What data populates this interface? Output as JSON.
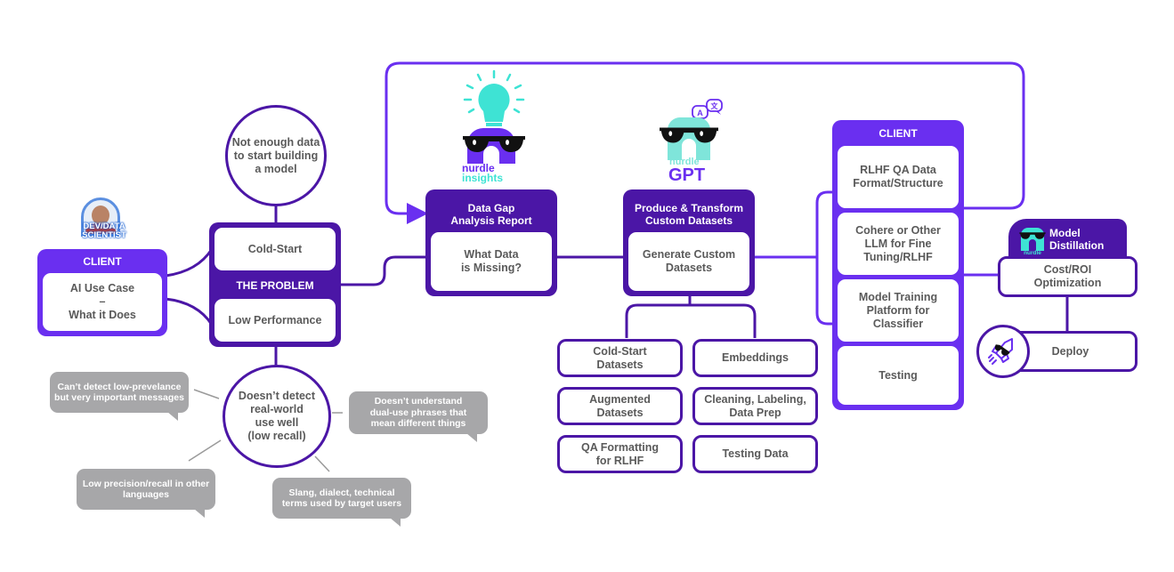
{
  "colors": {
    "primary_purple": "#6a2ff0",
    "dark_purple": "#4b16a6",
    "bubble_gray": "#a7a7a9",
    "text_gray": "#5a5a5a",
    "teal": "#3ee3d4"
  },
  "client_left": {
    "badge_label": "DEV/DATA\nSCIENTIST",
    "header": "CLIENT",
    "body": "AI Use Case\n–\nWhat it Does"
  },
  "problem": {
    "top_circle": "Not enough data\nto start building\na model",
    "cold_start": "Cold-Start",
    "header": "THE PROBLEM",
    "low_performance": "Low Performance",
    "bottom_circle": "Doesn’t detect\nreal-world\nuse well\n(low recall)"
  },
  "bubbles": [
    {
      "text": "Can’t detect low-prevelance\nbut very important messages"
    },
    {
      "text": "Doesn’t understand\ndual-use phrases that\nmean different things"
    },
    {
      "text": "Low precision/recall in other\nlanguages"
    },
    {
      "text": "Slang, dialect, technical\nterms used by target users"
    }
  ],
  "insights": {
    "logo_line1": "nurdle",
    "logo_line2": "insights",
    "header": "Data Gap\nAnalysis Report",
    "body": "What Data\nis Missing?"
  },
  "gpt": {
    "logo_line1": "nurdle",
    "logo_line2": "GPT",
    "header": "Produce & Transform\nCustom Datasets",
    "body": "Generate Custom\nDatasets"
  },
  "dataset_types": [
    {
      "label": "Cold-Start\nDatasets"
    },
    {
      "label": "Embeddings"
    },
    {
      "label": "Augmented\nDatasets"
    },
    {
      "label": "Cleaning, Labeling,\nData Prep"
    },
    {
      "label": "QA Formatting\nfor RLHF"
    },
    {
      "label": "Testing Data"
    }
  ],
  "client_right": {
    "header": "CLIENT",
    "items": [
      {
        "label": "RLHF QA Data\nFormat/Structure"
      },
      {
        "label": "Cohere or Other\nLLM for Fine\nTuning/RLHF"
      },
      {
        "label": "Model Training\nPlatform for\nClassifier"
      },
      {
        "label": "Testing"
      }
    ]
  },
  "distillation": {
    "logo_text": "nurdle",
    "header": "Model\nDistillation",
    "body": "Cost/ROI\nOptimization"
  },
  "deploy": {
    "label": "Deploy"
  }
}
